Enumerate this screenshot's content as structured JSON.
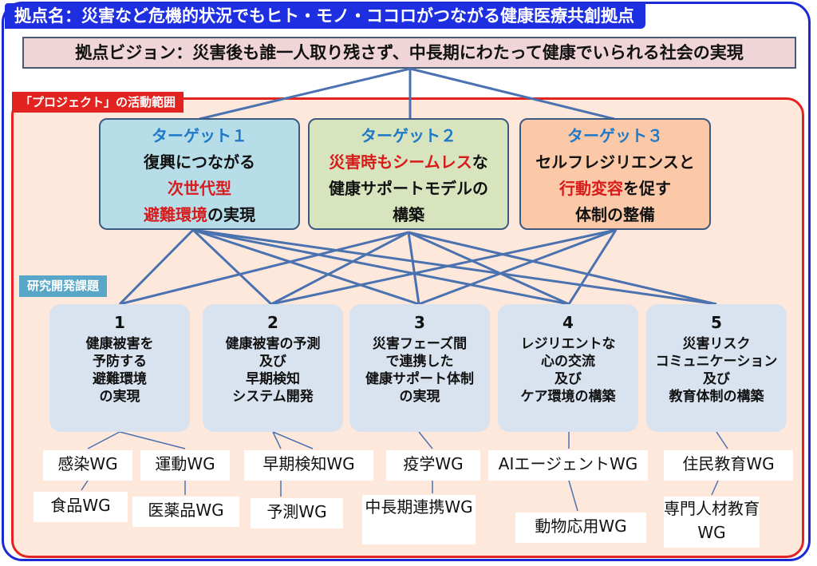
{
  "header": {
    "title": "拠点名：災害など危機的状況でもヒト・モノ・ココロがつながる健康医療共創拠点",
    "vision": "拠点ビジョン：災害後も誰一人取り残さず、中長期にわたって健康でいられる社会の実現"
  },
  "project_label": "「プロジェクト」の活動範囲",
  "targets": [
    {
      "title": "ターゲット１",
      "lines": [
        [
          "復興につながる",
          ""
        ],
        [
          "",
          "次世代型"
        ],
        [
          "避難環境",
          "の実現"
        ]
      ]
    },
    {
      "title": "ターゲット２",
      "lines": [
        [
          "災害時もシームレス",
          "な"
        ],
        [
          "健康サポートモデルの",
          ""
        ],
        [
          "構築",
          ""
        ]
      ]
    },
    {
      "title": "ターゲット３",
      "lines": [
        [
          "セルフレジリエンスと",
          ""
        ],
        [
          "行動変容",
          "を促す"
        ],
        [
          "体制の整備",
          ""
        ]
      ]
    }
  ],
  "research_label": "研究開発課題",
  "topics": [
    {
      "num": "1",
      "lines": [
        "健康被害を",
        "予防する",
        "避難環境",
        "の実現"
      ]
    },
    {
      "num": "2",
      "lines": [
        "健康被害の予測",
        "及び",
        "早期検知",
        "システム開発"
      ]
    },
    {
      "num": "3",
      "lines": [
        "災害フェーズ間",
        "で連携した",
        "健康サポート体制",
        "の実現"
      ]
    },
    {
      "num": "4",
      "lines": [
        "レジリエントな",
        "心の交流",
        "及び",
        "ケア環境の構築"
      ]
    },
    {
      "num": "5",
      "lines": [
        "災害リスク",
        "コミュニケーション",
        "及び",
        "教育体制の構築"
      ]
    }
  ],
  "working_groups": [
    {
      "label": "感染WG",
      "topic": "1"
    },
    {
      "label": "運動WG",
      "topic": "1"
    },
    {
      "label": "食品WG",
      "topic": "1"
    },
    {
      "label": "医薬品WG",
      "topic": "1"
    },
    {
      "label": "早期検知WG",
      "topic": "2"
    },
    {
      "label": "予測WG",
      "topic": "2"
    },
    {
      "label": "疫学WG",
      "topic": "3"
    },
    {
      "label": "中長期連携WG",
      "topic": "3"
    },
    {
      "label": "AIエージェントWG",
      "topic": "4"
    },
    {
      "label": "動物応用WG",
      "topic": "4"
    },
    {
      "label": "住民教育WG",
      "topic": "5"
    },
    {
      "label": "専門人材教育WG",
      "topic": "5"
    }
  ],
  "colors": {
    "frame": "#1a2bd6",
    "project_border": "#e3231f",
    "project_fill": "#fde8db",
    "target1": "#b7dde8",
    "target2": "#d7e4bd",
    "target3": "#fbc9a8",
    "topic_fill": "#d9e3f0",
    "connector": "#4a72b0",
    "highlight_text": "#d71b1b"
  }
}
